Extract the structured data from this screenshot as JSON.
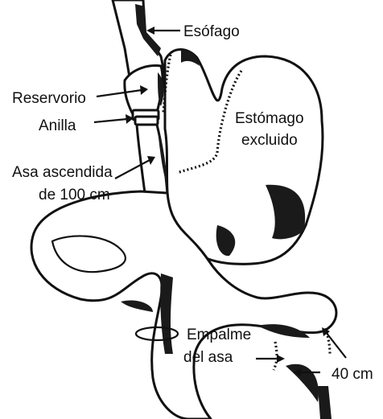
{
  "labels": {
    "esophagus": "Esófago",
    "reservoir": "Reservorio",
    "ring": "Anilla",
    "ascending_loop_line1": "Asa ascendida",
    "ascending_loop_line2": "de 100 cm",
    "excluded_stomach_line1": "Estómago",
    "excluded_stomach_line2": "excluido",
    "loop_junction_line1": "Empalme",
    "loop_junction_line2": "del asa",
    "distance": "40 cm"
  },
  "colors": {
    "ink": "#111111",
    "background": "#ffffff"
  }
}
